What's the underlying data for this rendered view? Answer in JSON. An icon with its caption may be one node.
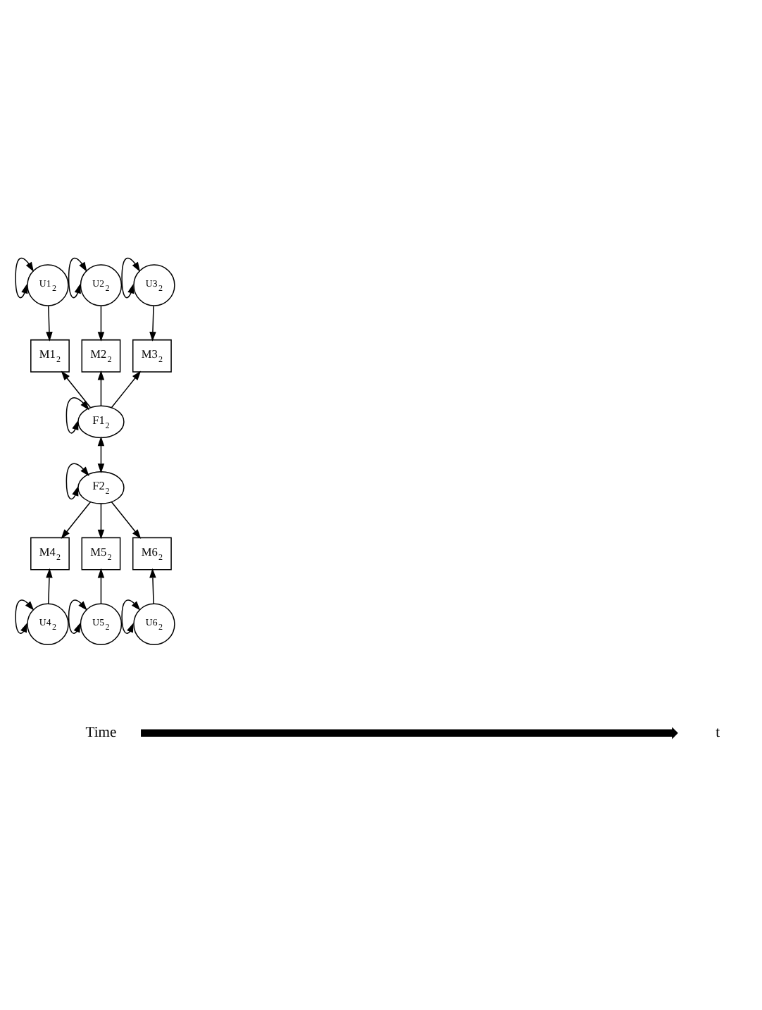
{
  "diagram": {
    "nodes": [
      {
        "text": [
          "U1$_{2}$"
        ]
      },
      {
        "text": [
          "U2$_{2}$"
        ]
      },
      {
        "text": [
          "U3$_{2}$"
        ]
      },
      {
        "text": [
          "M1$_{2}$"
        ]
      },
      {
        "text": [
          "M2$_{2}$"
        ]
      },
      {
        "text": [
          "M3$_{2}$"
        ]
      },
      {
        "text": [
          "F1$_{2}$"
        ]
      },
      {
        "text": [
          "F2$_{2}$"
        ]
      },
      {
        "text": [
          "M4$_{2}$"
        ]
      },
      {
        "text": [
          "M5$_{2}$"
        ]
      },
      {
        "text": [
          "M6$_{2}$"
        ]
      },
      {
        "text": [
          "U4$_{2}$"
        ]
      },
      {
        "text": [
          "U5$_{2}$"
        ]
      },
      {
        "text": [
          "U6$_{2}$"
        ]
      }
    ],
    "edges": [
      {
        "from": 0,
        "to": 0,
        "arrow": "both"
      },
      {
        "from": 1,
        "to": 1,
        "arrow": "both"
      },
      {
        "from": 2,
        "to": 2,
        "arrow": "both"
      },
      {
        "from": 0,
        "to": 3,
        "arrow": "to"
      },
      {
        "from": 1,
        "to": 4,
        "arrow": "to"
      },
      {
        "from": 2,
        "to": 5,
        "arrow": "to"
      },
      {
        "from": 6,
        "to": 3,
        "arrow": "to"
      },
      {
        "from": 6,
        "to": 4,
        "arrow": "to"
      },
      {
        "from": 6,
        "to": 5,
        "arrow": "to"
      },
      {
        "from": 6,
        "to": 6,
        "arrow": "both"
      },
      {
        "from": 6,
        "to": 7,
        "arrow": "both"
      },
      {
        "from": 7,
        "to": 7,
        "arrow": "both"
      },
      {
        "from": 7,
        "to": 8,
        "arrow": "to"
      },
      {
        "from": 7,
        "to": 9,
        "arrow": "to"
      },
      {
        "from": 7,
        "to": 10,
        "arrow": "to"
      },
      {
        "from": 11,
        "to": 8,
        "arrow": "to"
      },
      {
        "from": 12,
        "to": 9,
        "arrow": "to"
      },
      {
        "from": 13,
        "to": 10,
        "arrow": "to"
      },
      {
        "from": 11,
        "to": 11,
        "arrow": "both"
      },
      {
        "from": 12,
        "to": 12,
        "arrow": "both"
      },
      {
        "from": 13,
        "to": 13,
        "arrow": "both"
      }
    ],
    "labels": [
      "Time",
      "t"
    ]
  }
}
